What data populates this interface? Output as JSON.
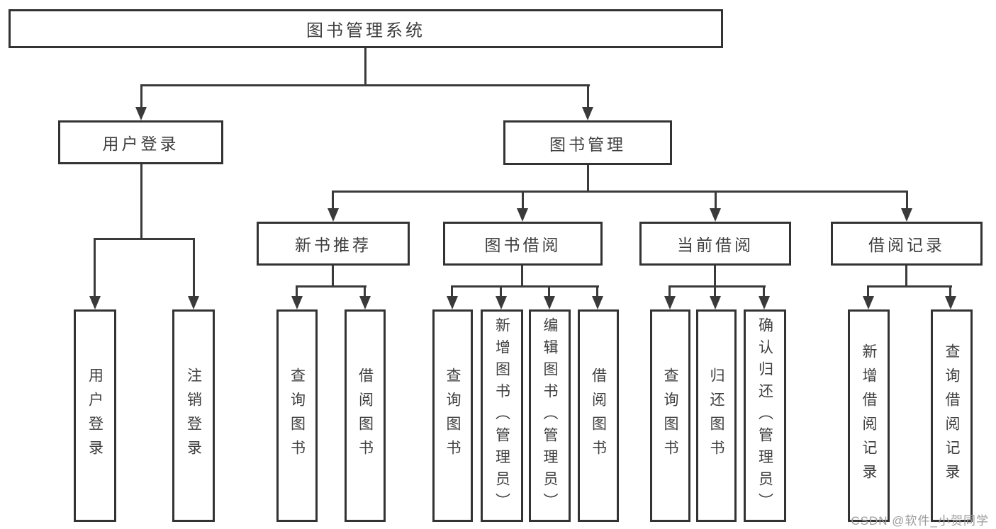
{
  "diagram": {
    "root": {
      "label": "图书管理系统",
      "children": [
        {
          "label": "用户登录",
          "children": [
            {
              "label": "用户登录"
            },
            {
              "label": "注销登录"
            }
          ]
        },
        {
          "label": "图书管理",
          "children": [
            {
              "label": "新书推荐",
              "children": [
                {
                  "label": "查询图书"
                },
                {
                  "label": "借阅图书"
                }
              ]
            },
            {
              "label": "图书借阅",
              "children": [
                {
                  "label": "查询图书"
                },
                {
                  "label": "新增图书（管理员）"
                },
                {
                  "label": "编辑图书（管理员）"
                },
                {
                  "label": "借阅图书"
                }
              ]
            },
            {
              "label": "当前借阅",
              "children": [
                {
                  "label": "查询图书"
                },
                {
                  "label": "归还图书"
                },
                {
                  "label": "确认归还（管理员）"
                }
              ]
            },
            {
              "label": "借阅记录",
              "children": [
                {
                  "label": "新增借阅记录"
                },
                {
                  "label": "查询借阅记录"
                }
              ]
            }
          ]
        }
      ]
    }
  },
  "watermark": {
    "text": "CSDN @软件_小贺同学",
    "color": "#9c9c9c"
  },
  "colors": {
    "line": "#3a3a3a",
    "box_border": "#333333",
    "box_fill": "#ffffff",
    "text": "#3f3f3f"
  }
}
